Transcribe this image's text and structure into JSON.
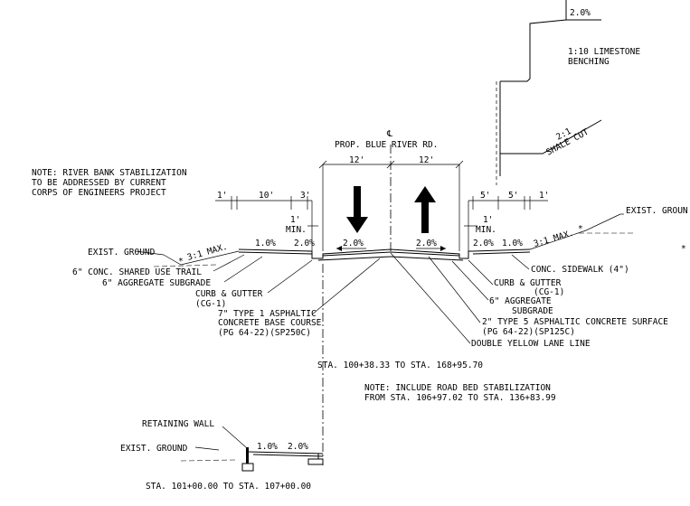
{
  "labels": {
    "slope_top": "2.0%",
    "limestone_1": "1:10 LIMESTONE",
    "limestone_2": "BENCHING",
    "shale_ratio": "2:1",
    "shale_cut": "SHALE CUT",
    "centerline": "℄",
    "road_name": "PROP. BLUE RIVER RD.",
    "lane_left": "12'",
    "lane_right": "12'",
    "note_river_1": "NOTE: RIVER BANK STABILIZATION",
    "note_river_2": "TO BE ADDRESSED BY CURRENT",
    "note_river_3": "CORPS OF ENGINEERS PROJECT",
    "dim_1ft_left": "1'",
    "dim_10ft": "10'",
    "dim_3ft": "3'",
    "dim_5ft_a": "5'",
    "dim_5ft_b": "5'",
    "dim_1ft_right": "1'",
    "min_left_1": "1'",
    "min_left_2": "MIN.",
    "min_right_1": "1'",
    "min_right_2": "MIN.",
    "exist_ground_left": "EXIST. GROUND",
    "exist_ground_right": "EXIST. GROUN",
    "slope_left_max": "3:1 MAX.",
    "slope_right_max": "3:1 MAX.",
    "pct_trail_left": "1.0%",
    "pct_shoulder_left": "2.0%",
    "pct_lane_left": "2.0%",
    "pct_lane_right": "2.0%",
    "pct_shoulder_right": "2.0%",
    "pct_sidewalk_right": "1.0%",
    "trail_label": "6\" CONC. SHARED USE TRAIL",
    "agg_sub_left": "6\" AGGREGATE SUBGRADE",
    "curb_left_1": "CURB & GUTTER",
    "curb_left_2": "(CG-1)",
    "base_1": "7\" TYPE 1 ASPHALTIC",
    "base_2": "CONCRETE BASE COURSE",
    "base_3": "(PG 64-22)(SP250C)",
    "sidewalk_right": "CONC. SIDEWALK (4\")",
    "curb_right_1": "CURB & GUTTER",
    "curb_right_2": "(CG-1)",
    "agg_sub_right_1": "6\" AGGREGATE",
    "agg_sub_right_2": "SUBGRADE",
    "surface_1": "2\" TYPE 5 ASPHALTIC CONCRETE SURFACE",
    "surface_2": "(PG 64-22)(SP125C)",
    "lane_line": "DOUBLE YELLOW LANE LINE",
    "sta_range_main": "STA. 100+38.33 TO STA. 168+95.70",
    "note_road_1": "NOTE: INCLUDE ROAD BED STABILIZATION",
    "note_road_2": "FROM STA. 106+97.02 TO STA. 136+83.99",
    "retaining_wall": "RETAINING WALL",
    "exist_ground_bottom": "EXIST. GROUND",
    "pct_bottom_1": "1.0%",
    "pct_bottom_2": "2.0%",
    "sta_range_bottom": "STA. 101+00.00 TO STA. 107+00.00",
    "asterisk_left": "*",
    "asterisk_right": "*",
    "asterisk_far": "*"
  }
}
